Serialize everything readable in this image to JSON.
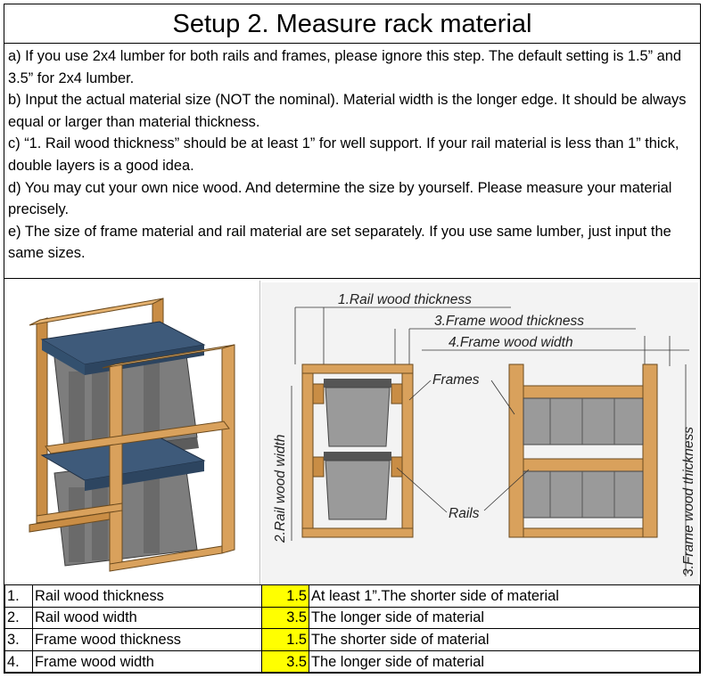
{
  "title": "Setup 2. Measure rack material",
  "notes": [
    "a) If you use 2x4 lumber for both rails and frames, please ignore this step. The default setting is 1.5” and 3.5” for 2x4 lumber.",
    "b) Input the actual material size (NOT the nominal). Material width is the longer edge. It should be always equal or larger than material thickness.",
    "c) “1. Rail wood thickness” should be at least 1” for well support. If your rail material is less than 1” thick, double layers is a good idea.",
    "d) You may cut your own nice wood. And determine the size by yourself. Please measure your material precisely.",
    "e) The size of frame material and rail material are set separately. If you use same lumber, just input the same sizes."
  ],
  "diagram": {
    "label_rail_thickness": "1.Rail wood thickness",
    "label_frame_thickness": "3.Frame wood thickness",
    "label_frame_width": "4.Frame wood width",
    "label_frames": "Frames",
    "label_rails": "Rails",
    "label_rail_width": "2.Rail wood width",
    "label_frame_thickness_vertical": "3.Frame wood thickness"
  },
  "params": [
    {
      "num": "1.",
      "name": "Rail wood thickness",
      "value": "1.5",
      "desc": "At least 1”.The shorter side of material"
    },
    {
      "num": "2.",
      "name": "Rail wood width",
      "value": "3.5",
      "desc": "The longer side of material"
    },
    {
      "num": "3.",
      "name": "Frame wood thickness",
      "value": "1.5",
      "desc": "The shorter side of material"
    },
    {
      "num": "4.",
      "name": "Frame wood width",
      "value": "3.5",
      "desc": "The longer side of material"
    }
  ],
  "colors": {
    "highlight": "#ffff00",
    "wood": "#d9a15c",
    "bin": "#8a8a8a",
    "lid": "#3e5a7a"
  }
}
